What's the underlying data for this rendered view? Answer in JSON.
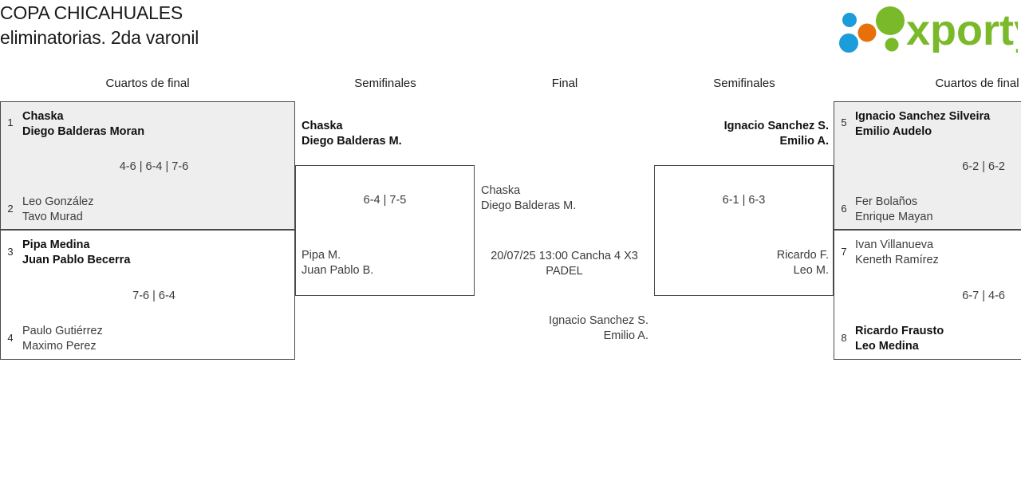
{
  "header": {
    "title": "COPA CHICAHUALES\neliminatorias. 2da varonil",
    "logo": {
      "wordmark": "xporty",
      "colors": {
        "green": "#7ab929",
        "orange": "#e8700a",
        "blue": "#1b9dd9"
      },
      "dots": [
        "blue-dot",
        "orange-dot",
        "green-dot-large",
        "green-dot-small",
        "blue-dot-lower"
      ]
    }
  },
  "columns": [
    {
      "label": "Cuartos de final"
    },
    {
      "label": "Semifinales"
    },
    {
      "label": "Final"
    },
    {
      "label": "Semifinales"
    },
    {
      "label": "Cuartos de final"
    }
  ],
  "bracket": {
    "left_quarterfinals": [
      {
        "seed_top": "1",
        "team_top": "Chaska\nDiego Balderas Moran",
        "top_winner": true,
        "score": "4-6 | 6-4 | 7-6",
        "seed_bottom": "2",
        "team_bottom": "Leo González\nTavo Murad",
        "bottom_winner": false
      },
      {
        "seed_top": "3",
        "team_top": "Pipa Medina\nJuan Pablo Becerra",
        "top_winner": true,
        "score": "7-6 | 6-4",
        "seed_bottom": "4",
        "team_bottom": "Paulo Gutiérrez\nMaximo Perez",
        "bottom_winner": false
      }
    ],
    "left_semifinal": {
      "team_top": "Chaska\nDiego Balderas M.",
      "top_winner": true,
      "score": "6-4 | 7-5",
      "team_bottom": "Pipa M.\nJuan Pablo B.",
      "bottom_winner": false
    },
    "final": {
      "team_top": "Chaska\nDiego Balderas M.",
      "top_winner": false,
      "schedule": "20/07/25 13:00 Cancha 4 X3\nPADEL",
      "team_bottom": "Ignacio Sanchez S.\nEmilio A.",
      "bottom_winner": false
    },
    "right_semifinal": {
      "team_top": "Ignacio Sanchez S.\nEmilio A.",
      "top_winner": true,
      "score": "6-1 | 6-3",
      "team_bottom": "Ricardo F.\nLeo M.",
      "bottom_winner": false
    },
    "right_quarterfinals": [
      {
        "seed_top": "5",
        "team_top": "Ignacio Sanchez Silveira\nEmilio Audelo",
        "top_winner": true,
        "score": "6-2 | 6-2",
        "seed_bottom": "6",
        "team_bottom": "Fer Bolaños\nEnrique Mayan",
        "bottom_winner": false
      },
      {
        "seed_top": "7",
        "team_top": "Ivan Villanueva\nKeneth Ramírez",
        "top_winner": false,
        "score": "6-7 | 4-6",
        "seed_bottom": "8",
        "team_bottom": "Ricardo Frausto\nLeo Medina",
        "bottom_winner": true
      }
    ]
  }
}
